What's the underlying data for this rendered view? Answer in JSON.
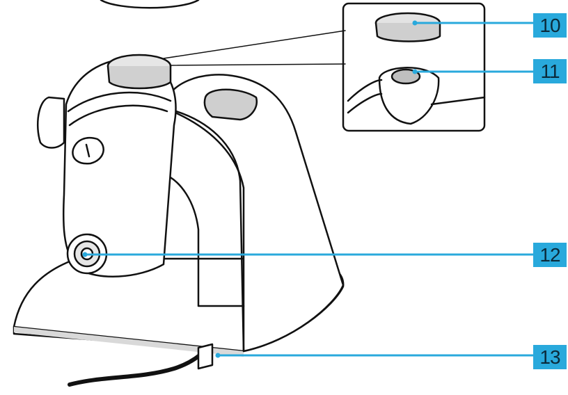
{
  "callouts": [
    {
      "number": "10",
      "part": "cap"
    },
    {
      "number": "11",
      "part": "outlet-valve"
    },
    {
      "number": "12",
      "part": "front-connector"
    },
    {
      "number": "13",
      "part": "power-cable"
    }
  ],
  "colors": {
    "callout_fill": "#29a9dc",
    "callout_text": "#0b2a3a",
    "leader_line": "#29a9dc",
    "outline": "#111111",
    "shade": "#d9d9d9"
  }
}
